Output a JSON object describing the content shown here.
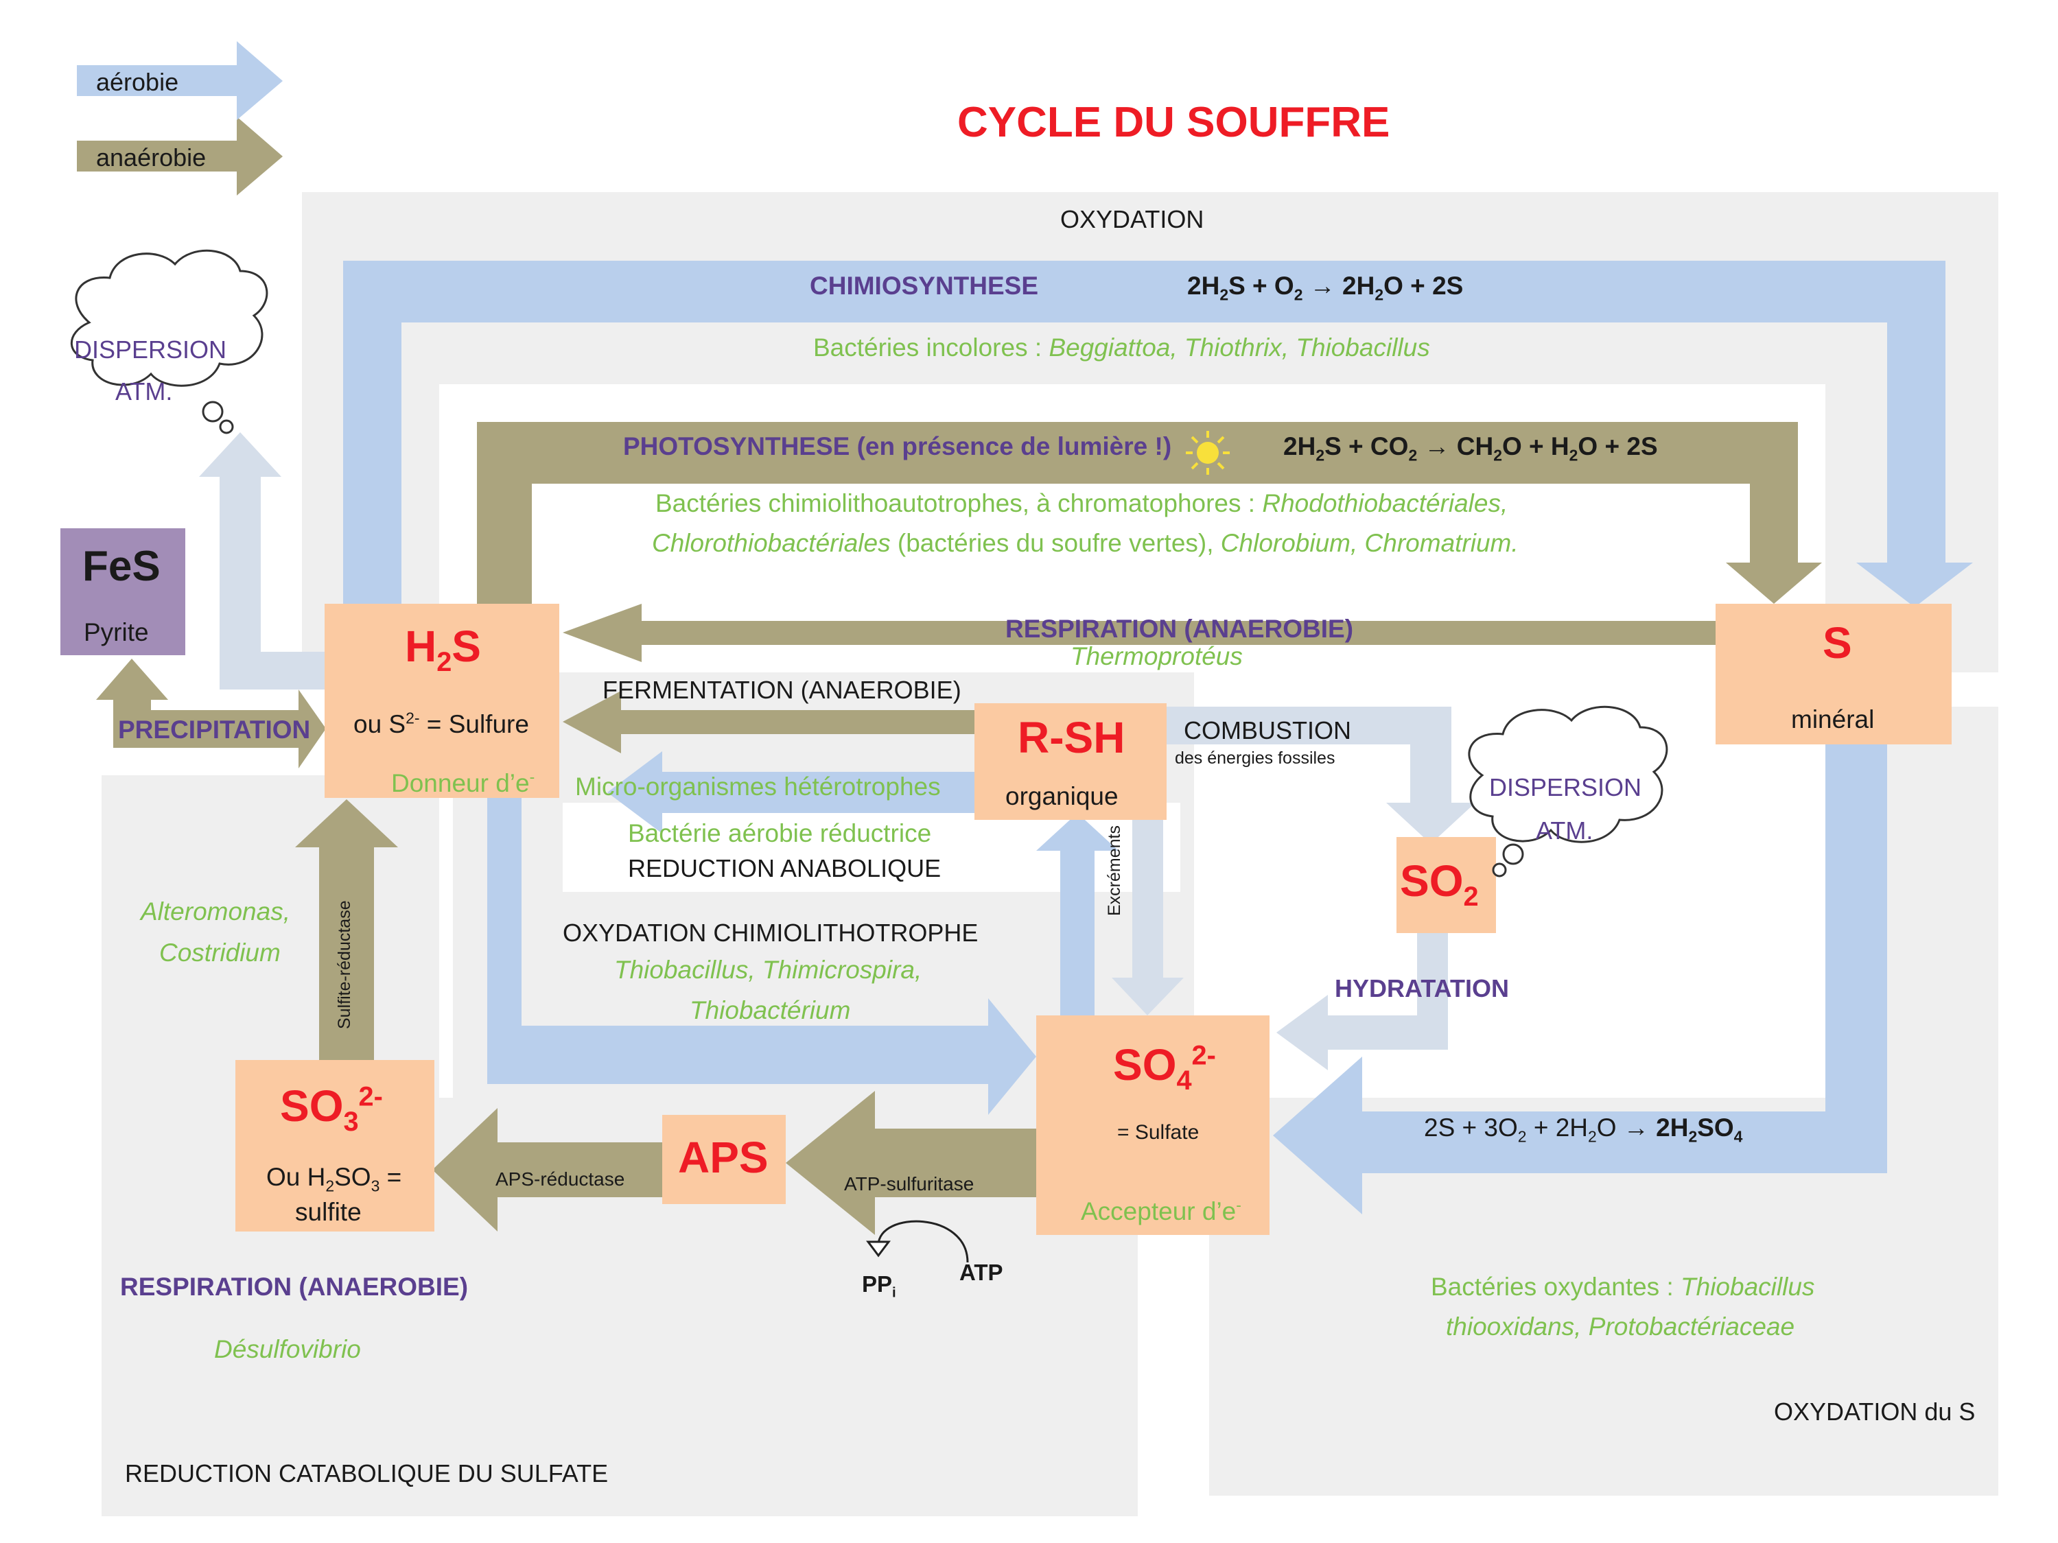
{
  "title": "CYCLE DU SOUFFRE",
  "colors": {
    "aerobic": "#b9cfec",
    "anaerobic": "#aba47e",
    "light_arrow": "#d5deea",
    "node": "#fbcaa2",
    "pyrite": "#a28db7",
    "region": "#efefef",
    "title_red": "#ee1c25",
    "bacteria_green": "#7fc14f",
    "process_purple": "#5a3f8f"
  },
  "legend": {
    "aerobic": "aérobie",
    "anaerobic": "anaérobie"
  },
  "regions": {
    "oxidation": "OXYDATION",
    "catabolic_reduction": "REDUCTION CATABOLIQUE DU SULFATE",
    "sulfur_oxidation": "OXYDATION du S"
  },
  "nodes": {
    "h2s": {
      "main": "H",
      "sub": "2",
      "after": "S",
      "line1_pre": "ou S",
      "line1_sup": "2-",
      "line1_post": " = Sulfure",
      "line2": "Donneur d’e",
      "line2_sup": "-"
    },
    "s": {
      "main": "S",
      "label": "minéral"
    },
    "rsh": {
      "main": "R-SH",
      "label": "organique"
    },
    "so2": {
      "main": "SO",
      "sub": "2"
    },
    "so4": {
      "main": "SO",
      "sub": "4",
      "sup": "2-",
      "label": "= Sulfate",
      "line2": "Accepteur d’e",
      "line2_sup": "-"
    },
    "so3": {
      "main": "SO",
      "sub": "3",
      "sup": "2-",
      "line1_pre": "Ou H",
      "line1_sub": "2",
      "line1_mid": "SO",
      "line1_sub2": "3",
      "line1_post": " =",
      "line2": "sulfite"
    },
    "aps": {
      "main": "APS"
    },
    "fes": {
      "main": "FeS",
      "label": "Pyrite"
    }
  },
  "clouds": [
    {
      "line1": "DISPERSION",
      "line2": "ATM."
    },
    {
      "line1": "DISPERSION",
      "line2": "ATM."
    }
  ],
  "chemosynthesis": {
    "label": "CHIMIOSYNTHESE",
    "eq": {
      "a": "2H",
      "a_sub": "2",
      "b": "S + O",
      "b_sub": "2",
      "arrow": " → ",
      "c": "2H",
      "c_sub": "2",
      "d": "O + 2S"
    },
    "bacteria_prefix": "Bactéries incolores : ",
    "bacteria_species": "Beggiattoa, Thiothrix, Thiobacillus"
  },
  "photosynthesis": {
    "label": "PHOTOSYNTHESE (en présence de lumière !)",
    "eq": {
      "a": "2H",
      "a_sub": "2",
      "b": "S + CO",
      "b_sub": "2",
      "arrow": " → ",
      "c": "CH",
      "c_sub": "2",
      "d": "O + H",
      "d_sub": "2",
      "e": "O + 2S"
    },
    "bacteria_line1_prefix": "Bactéries chimiolithoautotrophes, à chromatophores : ",
    "bacteria_line1_species": "Rhodothiobactériales,",
    "bacteria_line2_species_a": "Chlorothiobactériales",
    "bacteria_line2_middle": " (bactéries du soufre vertes), ",
    "bacteria_line2_species_b": "Chlorobium, Chromatrium."
  },
  "respiration_top": {
    "label": "RESPIRATION (ANAEROBIE)",
    "species": "Thermoprotéus"
  },
  "fermentation": "FERMENTATION (ANAEROBIE)",
  "heterotrophs": "Micro-organismes hétérotrophes",
  "aerobic_reducer": "Bactérie aérobie réductrice",
  "anabolic_reduction": "REDUCTION ANABOLIQUE",
  "chemolitho": {
    "label": "OXYDATION CHIMIOLITHOTROPHE",
    "species_line1": "Thiobacillus, Thimicrospira,",
    "species_line2": "Thiobactérium"
  },
  "combustion": {
    "label": "COMBUSTION",
    "sub": "des énergies fossiles"
  },
  "hydration": "HYDRATATION",
  "excrements": "Excréments",
  "precipitation": "PRECIPITATION",
  "sulfite_reductase": "Sulfite-réductase",
  "alteromonas": {
    "line1": "Alteromonas,",
    "line2": "Costridium"
  },
  "aps_reductase": "APS-réductase",
  "atp_sulfurylase": "ATP-sulfuritase",
  "ppi": {
    "main": "PP",
    "sub": "i"
  },
  "atp": "ATP",
  "respiration_bottom": {
    "label": "RESPIRATION (ANAEROBIE)",
    "species": "Désulfovibrio"
  },
  "sulfuric": {
    "a": "2S + 3O",
    "a_sub": "2",
    "b": " + 2H",
    "b_sub": "2",
    "c": "O → ",
    "d": "2H",
    "d_sub": "2",
    "e": "SO",
    "e_sub": "4"
  },
  "oxidizing_bacteria": {
    "prefix": "Bactéries oxydantes : ",
    "species_line1": "Thiobacillus",
    "species_line2": "thiooxidans, Protobactériaceae"
  }
}
